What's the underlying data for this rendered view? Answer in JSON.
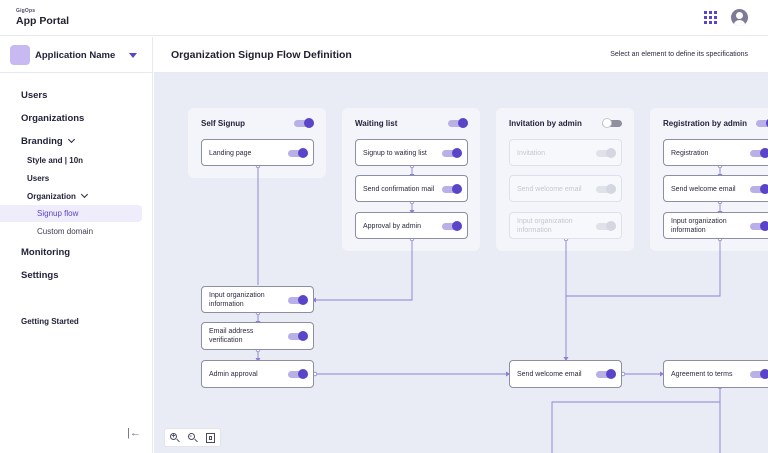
{
  "app": {
    "brand_small": "GigOps",
    "title": "App Portal"
  },
  "sidebar": {
    "app_name": "Application Name",
    "items": {
      "users": "Users",
      "organizations": "Organizations",
      "branding": "Branding",
      "style": "Style and | 10n",
      "branding_users": "Users",
      "organization": "Organization",
      "signup_flow": "Signup flow",
      "custom_domain": "Custom domain",
      "monitoring": "Monitoring",
      "settings": "Settings",
      "getting_started": "Getting Started"
    }
  },
  "main": {
    "title": "Organization Signup Flow Definition",
    "hint": "Select an element to define its specifications"
  },
  "flow": {
    "groups": {
      "self_signup": {
        "title": "Self Signup",
        "enabled": true
      },
      "waiting_list": {
        "title": "Waiting list",
        "enabled": true
      },
      "invitation": {
        "title": "Invitation by admin",
        "enabled": false
      },
      "registration": {
        "title": "Registration by admin",
        "enabled": true
      }
    },
    "nodes": {
      "landing_page": "Landing page",
      "signup_waiting": "Signup to waiting list",
      "send_confirmation": "Send confirmation mail",
      "approval_admin": "Approval by admin",
      "inv_invitation": "Invitation",
      "inv_send_welcome": "Send welcome email",
      "inv_input_org_1": "Input organization",
      "inv_input_org_2": "information",
      "reg_registration": "Registration",
      "reg_send_welcome": "Send welcome email",
      "reg_input_org_1": "Input organization",
      "reg_input_org_2": "information",
      "input_org_1": "Input organization",
      "input_org_2": "information",
      "email_verif_1": "Email address",
      "email_verif_2": "verification",
      "admin_approval": "Admin approval",
      "send_welcome": "Send welcome email",
      "agreement": "Agreement to terms"
    }
  },
  "colors": {
    "accent": "#5a45c8",
    "toggle_track": "#b9b0e8",
    "canvas_bg": "#e9ecf5",
    "connector": "#8a7fd6"
  },
  "icons": {
    "apps": "grid-icon",
    "account": "user-circle-icon",
    "collapse": "collapse-left-icon",
    "zoom_in": "zoom-in-icon",
    "zoom_out": "zoom-out-icon",
    "fit": "fit-screen-icon"
  }
}
